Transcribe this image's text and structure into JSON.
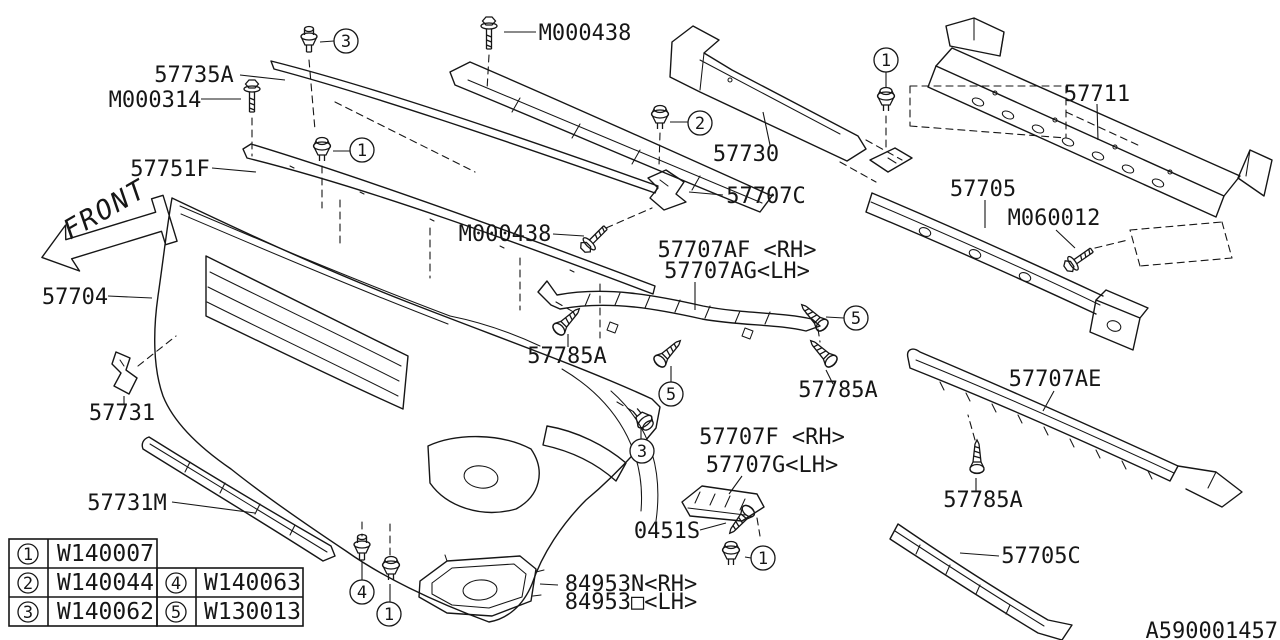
{
  "meta": {
    "drawing_number": "A590001457"
  },
  "front_indicator": {
    "label": "FRONT"
  },
  "labels": {
    "strip": "57735A",
    "bolt_top_left": "M000314",
    "molding": "57751F",
    "bumper": "57704",
    "clip_bracket": "57731",
    "lower_grille": "57731M",
    "bolt_upper_center": "M000438",
    "bolt_mid_center": "M000438",
    "sight_shield": "57730",
    "bracket_c": "57707C",
    "bracket_af": "57707AF <RH>",
    "bracket_ag": "57707AG<LH>",
    "screw_left": "57785A",
    "screw_mid": "57785A",
    "screw_bottom": "57785A",
    "bracket_f": "57707F <RH>",
    "bracket_g": "57707G<LH>",
    "screw_0451s": "0451S",
    "fog_cover_rh": "84953N<RH>",
    "fog_cover_lh": "84953□<LH>",
    "beam": "57711",
    "absorber": "57705",
    "bolt_m060012": "M060012",
    "retainer": "57707AE",
    "lower_absorber": "57705C"
  },
  "callouts": {
    "n1": "1",
    "n2": "2",
    "n3": "3",
    "n4": "4",
    "n5": "5"
  },
  "legend": {
    "rows": [
      {
        "num": "1",
        "code": "W140007"
      },
      {
        "num": "2",
        "code": "W140044"
      },
      {
        "num": "3",
        "code": "W140062"
      },
      {
        "num": "4",
        "code": "W140063"
      },
      {
        "num": "5",
        "code": "W130013"
      }
    ]
  }
}
